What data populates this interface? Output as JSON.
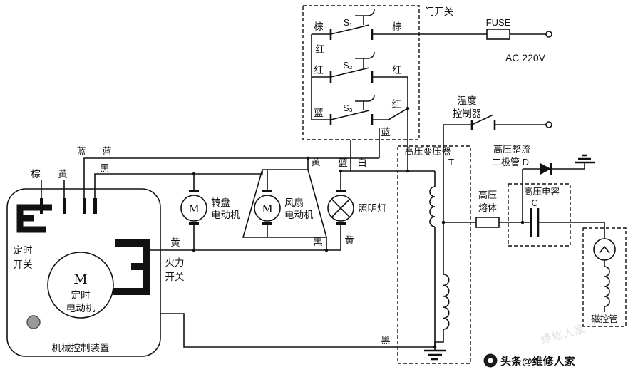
{
  "door_switch": {
    "title": "门开关",
    "switches": [
      {
        "name": "S₁",
        "left": "棕",
        "right": "棕"
      },
      {
        "name": "S₂",
        "left": "红",
        "right": "红"
      },
      {
        "name": "S₃",
        "left": "蓝",
        "right": "红"
      }
    ],
    "wire_s1_s2": "红",
    "wire_s3_bottom": "蓝"
  },
  "mains": {
    "fuse": "FUSE",
    "voltage": "AC 220V"
  },
  "temperature_controller": {
    "label_line1": "温度",
    "label_line2": "控制器"
  },
  "hv_transformer": {
    "label": "高压变压器",
    "symbol": "T"
  },
  "hv_rectifier": {
    "label_line1": "高压整流",
    "label_line2": "二极管 D"
  },
  "hv_fuse": {
    "label_line1": "高压",
    "label_line2": "熔体"
  },
  "hv_capacitor": {
    "label": "高压电容",
    "symbol": "C"
  },
  "magnetron": {
    "label": "磁控管"
  },
  "mechanical_control": {
    "label": "机械控制装置",
    "timer_switch_line1": "定时",
    "timer_switch_line2": "开关",
    "timer_motor_symbol": "M",
    "timer_motor_line1": "定时",
    "timer_motor_line2": "电动机",
    "power_switch_line1": "火力",
    "power_switch_line2": "开关"
  },
  "turntable_motor": {
    "symbol": "M",
    "label_line1": "转盘",
    "label_line2": "电动机"
  },
  "fan_motor": {
    "symbol": "M",
    "label_line1": "风扇",
    "label_line2": "电动机"
  },
  "lamp": {
    "label": "照明灯"
  },
  "wires": {
    "brown": "棕",
    "yellow": "黄",
    "blue_a": "蓝",
    "blue_b": "蓝",
    "black": "黑",
    "trap_yellow": "黄",
    "lamp_blue": "蓝",
    "white": "白",
    "bus_yellow": "黄",
    "fan_black": "黑",
    "lamp_yellow": "黄",
    "bottom_black": "黑"
  },
  "watermark": {
    "footer": "头条@维修人家",
    "faint": "维修人家"
  },
  "colors": {
    "line": "#111111",
    "bg": "#ffffff"
  }
}
